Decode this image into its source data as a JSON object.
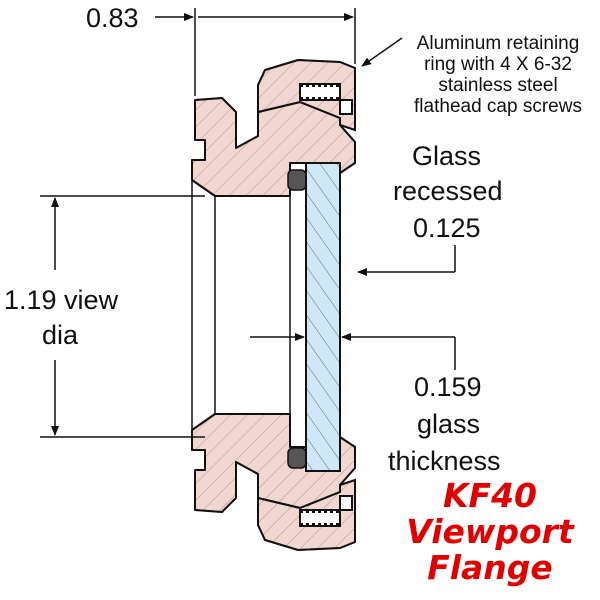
{
  "dimensions": {
    "overall_width": "0.83",
    "view_dia_line1": "1.19 view",
    "view_dia_line2": "dia",
    "glass_recess_line1": "Glass",
    "glass_recess_line2": "recessed",
    "glass_recess_line3": "0.125",
    "glass_thickness_line1": "0.159",
    "glass_thickness_line2": "glass",
    "glass_thickness_line3": "thickness"
  },
  "callout": {
    "line1": "Aluminum retaining",
    "line2": "ring with 4 X 6-32",
    "line3": "stainless steel",
    "line4": "flathead cap screws"
  },
  "title": {
    "line1": "KF40",
    "line2": "Viewport",
    "line3": "Flange"
  },
  "colors": {
    "flange_fill": "#f2d6d2",
    "glass_fill": "#cfe8f7",
    "line": "#111111",
    "title": "#e00000"
  }
}
